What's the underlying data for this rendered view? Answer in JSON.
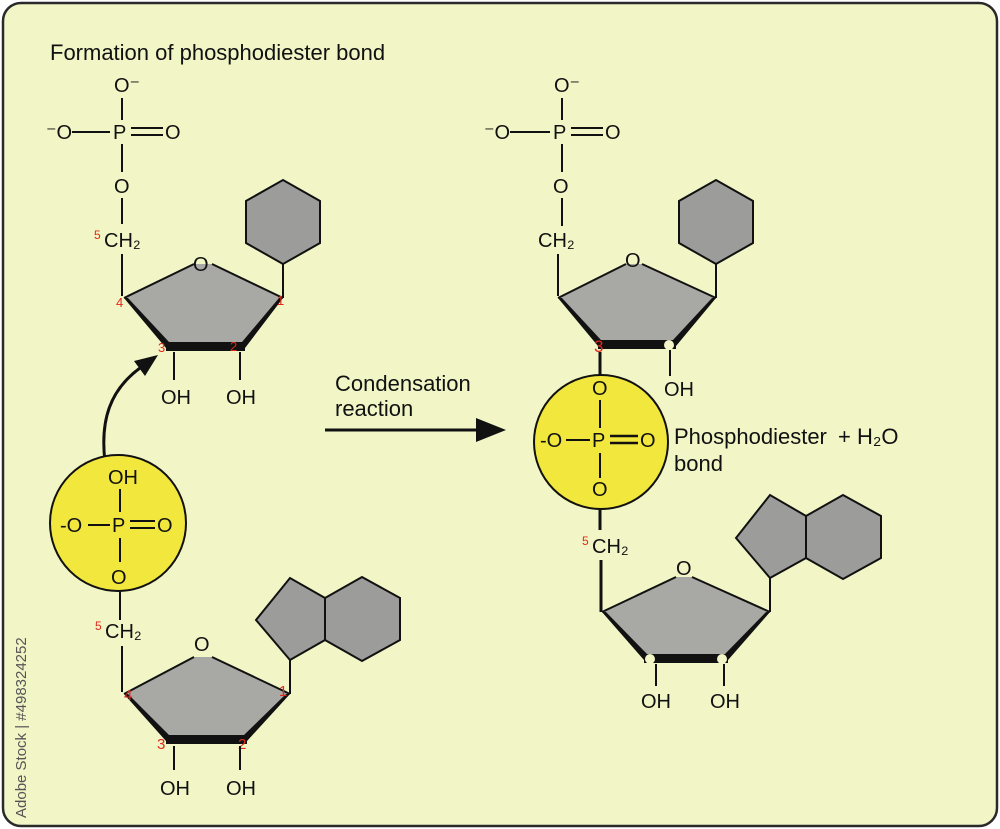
{
  "title": "Formation of phosphodiester bond",
  "arrow_label_line1": "Condensation",
  "arrow_label_line2": "reaction",
  "product_label_line1": "Phosphodiester",
  "product_label_line2": "bond",
  "plus_water": "+ H₂O",
  "watermark": "Adobe Stock | #498324252",
  "atoms": {
    "o": "O",
    "o_minus": "O⁻",
    "minus_o": "⁻O",
    "p": "P",
    "ch2": "CH₂",
    "oh": "OH",
    "neg_o_plain": "-O"
  },
  "carbon_numbers": {
    "c1": "1",
    "c2": "2",
    "c3": "3",
    "c4": "4",
    "c5": "5"
  },
  "colors": {
    "background": "#f2f5c6",
    "border": "#2a2a2a",
    "sugar": "#a8a8a4",
    "base": "#9c9c9a",
    "phosphate_circle": "#f2e73c",
    "carbon_number": "#e0291b"
  }
}
